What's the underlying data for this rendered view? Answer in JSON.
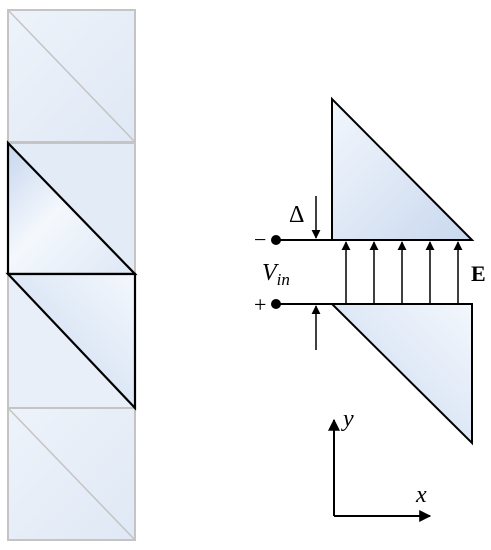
{
  "labels": {
    "delta": "Δ",
    "minus": "−",
    "plus": "+",
    "vin_main": "V",
    "vin_sub": "in",
    "field": "E",
    "axis_y": "y",
    "axis_x": "x"
  },
  "colors": {
    "stroke": "#000000",
    "faded_stroke": "#c4c4c4",
    "fill_light": "#f2f6fc",
    "fill_dark": "#c9d8ee"
  }
}
